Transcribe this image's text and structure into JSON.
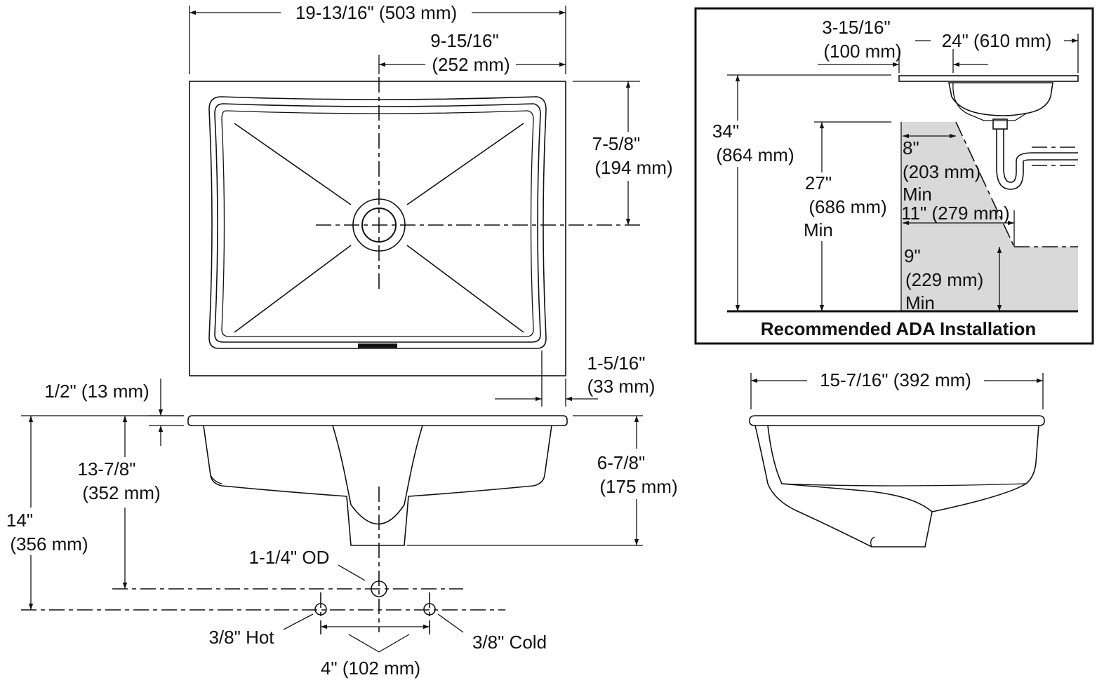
{
  "top_view": {
    "overall_width": "19-13/16\" (503 mm)",
    "drain_offset_in": "9-15/16\"",
    "drain_offset_mm": "(252 mm)",
    "drain_depth_in": "7-5/8\"",
    "drain_depth_mm": "(194 mm)",
    "rim_in": "1-5/16\"",
    "rim_mm": "(33 mm)"
  },
  "front_view": {
    "rim_thickness": "1/2\" (13 mm)",
    "supply_height_in": "13-7/8\"",
    "supply_height_mm": "(352 mm)",
    "drain_height_in": "14\"",
    "drain_height_mm": "(356 mm)",
    "bowl_depth_in": "6-7/8\"",
    "bowl_depth_mm": "(175 mm)",
    "drain_od": "1-1/4\" OD",
    "hot_supply": "3/8\" Hot",
    "cold_supply": "3/8\" Cold",
    "supply_spacing": "4\" (102 mm)"
  },
  "side_view": {
    "depth": "15-7/16\" (392 mm)"
  },
  "ada": {
    "title": "Recommended ADA Installation",
    "setback_in": "3-15/16\"",
    "setback_mm": "(100 mm)",
    "clearance_depth": "24\" (610 mm)",
    "counter_height_in": "34\"",
    "counter_height_mm": "(864 mm)",
    "knee_height_in": "27\"",
    "knee_height_mm": "(686 mm)",
    "knee_height_min": "Min",
    "knee_depth_in": "8\"",
    "knee_depth_mm": "(203 mm)",
    "knee_depth_min": "Min",
    "toe_depth": "11\" (279 mm)",
    "toe_height_in": "9\"",
    "toe_height_mm": "(229 mm)",
    "toe_height_min": "Min"
  }
}
